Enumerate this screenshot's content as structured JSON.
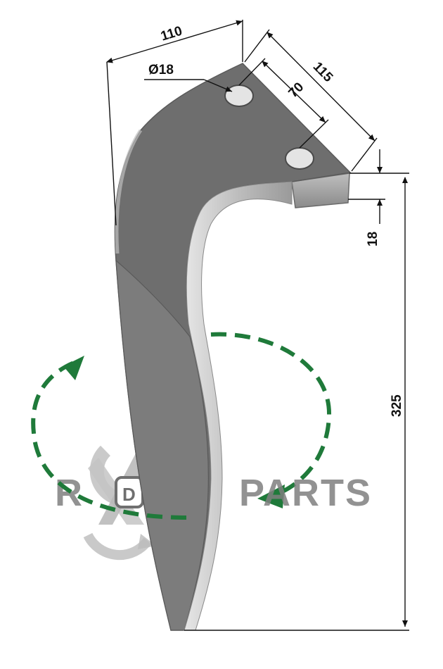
{
  "dimensions": {
    "width_top": "110",
    "hole_diameter": "Ø18",
    "hole_spacing": "70",
    "flange_length": "115",
    "thickness": "18",
    "height": "325"
  },
  "watermark": {
    "letter_r": "R",
    "letter_d": "D",
    "text": "PARTS"
  },
  "colors": {
    "blade_dark": "#6e6e6e",
    "blade_mid": "#8a8a8a",
    "blade_light": "#c9c9c9",
    "rotation_arrow": "#1f7a3a",
    "dimension_line": "#111111",
    "watermark": "#8a8a8a"
  },
  "icons": {
    "rotation": "rotation-arrows-icon",
    "logo": "rd-parts-logo-icon"
  }
}
